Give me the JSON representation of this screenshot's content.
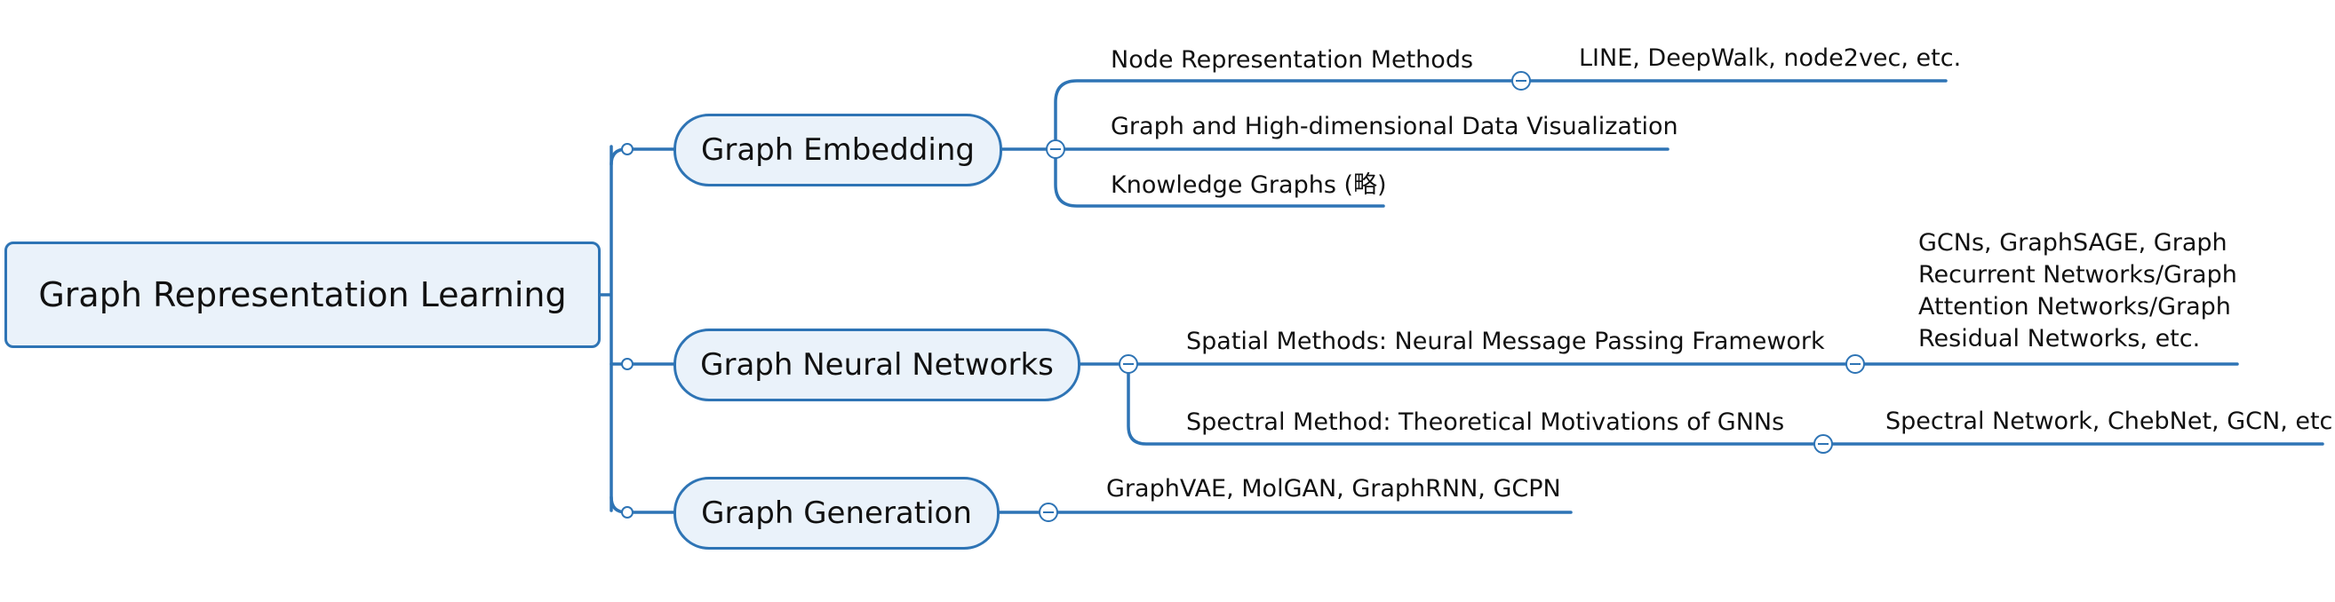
{
  "root": {
    "label": "Graph Representation Learning"
  },
  "branches": [
    {
      "label": "Graph Embedding",
      "children": [
        {
          "label": "Node Representation Methods",
          "child": "LINE, DeepWalk, node2vec, etc."
        },
        {
          "label": "Graph and High-dimensional Data Visualization"
        },
        {
          "label": "Knowledge Graphs (略)"
        }
      ]
    },
    {
      "label": "Graph Neural Networks",
      "children": [
        {
          "label": "Spatial Methods: Neural Message Passing Framework",
          "child": "GCNs, GraphSAGE, Graph Recurrent Networks/Graph Attention Networks/Graph Residual Networks, etc."
        },
        {
          "label": "Spectral Method: Theoretical Motivations of GNNs",
          "child": "Spectral Network, ChebNet, GCN, etc."
        }
      ]
    },
    {
      "label": "Graph Generation",
      "children": [
        {
          "label": "GraphVAE, MolGAN, GraphRNN, GCPN"
        }
      ]
    }
  ],
  "colors": {
    "line": "#2e74b5",
    "node_fill": "#eaf2fa",
    "text": "#111111"
  },
  "collapse_icon": "minus-circle-icon"
}
